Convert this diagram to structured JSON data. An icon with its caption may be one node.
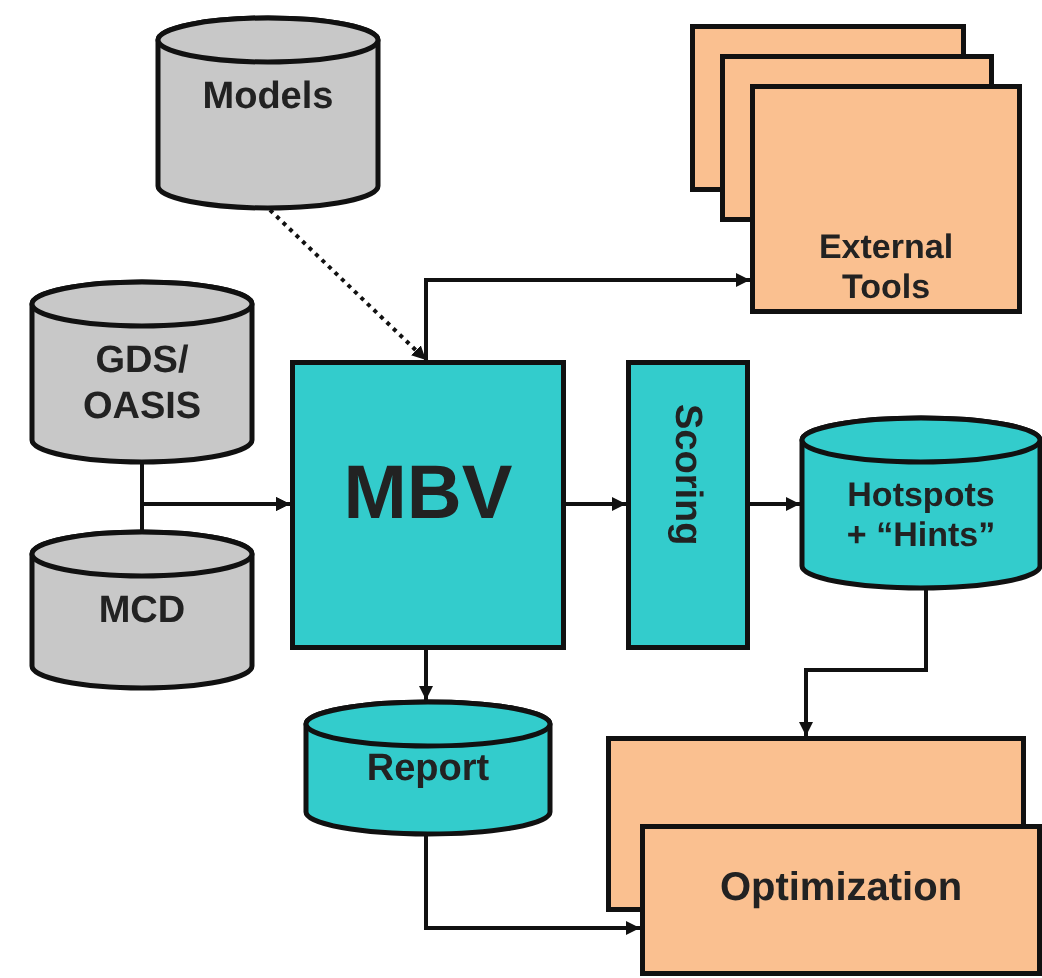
{
  "diagram": {
    "nodes": [
      {
        "text": [
          "Models"
        ]
      },
      {
        "text": [],
        "shape": "box"
      },
      {
        "text": [],
        "shape": "box"
      },
      {
        "text": [
          "External Tools"
        ]
      },
      {
        "text": [
          "GDS/ OASIS"
        ]
      },
      {
        "text": [
          "MBV"
        ]
      },
      {
        "text": [
          "Scoring"
        ]
      },
      {
        "text": [
          "Hotspots + “Hints”"
        ]
      },
      {
        "text": [
          "MCD"
        ]
      },
      {
        "text": [
          "Report"
        ]
      },
      {
        "text": [],
        "shape": "box"
      },
      {
        "text": [
          "Optimization"
        ]
      }
    ],
    "edges": [
      {
        "from": 0,
        "to": 5,
        "arrow": "to",
        "style": "dashed"
      },
      {
        "from": 5,
        "to": 3,
        "arrow": "to"
      },
      {
        "from": 4,
        "to": 5,
        "arrow": "to"
      },
      {
        "from": 8,
        "to": 5,
        "arrow": "to"
      },
      {
        "from": 5,
        "to": 6,
        "arrow": "to"
      },
      {
        "from": 6,
        "to": 7,
        "arrow": "to"
      },
      {
        "from": 5,
        "to": 9,
        "arrow": "to"
      },
      {
        "from": 7,
        "to": 10,
        "arrow": "to"
      },
      {
        "from": 9,
        "to": 11,
        "arrow": "to"
      }
    ]
  }
}
